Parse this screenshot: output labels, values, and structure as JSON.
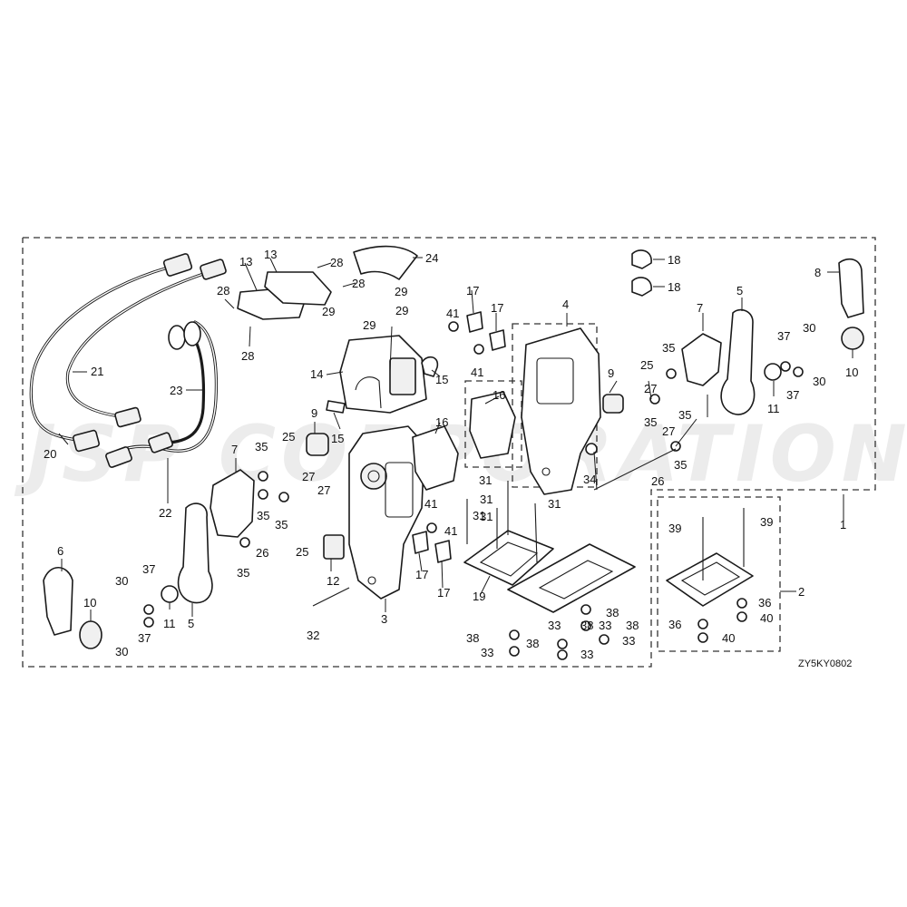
{
  "diagram": {
    "code": "ZY5KY0802",
    "watermark": "JSP CORPORATION",
    "callouts": [
      "1",
      "2",
      "3",
      "4",
      "5",
      "5",
      "6",
      "7",
      "7",
      "8",
      "9",
      "9",
      "10",
      "10",
      "11",
      "11",
      "12",
      "13",
      "13",
      "14",
      "15",
      "15",
      "16",
      "16",
      "17",
      "17",
      "17",
      "17",
      "18",
      "18",
      "19",
      "20",
      "21",
      "22",
      "23",
      "24",
      "25",
      "25",
      "25",
      "26",
      "26",
      "27",
      "27",
      "27",
      "27",
      "28",
      "28",
      "28",
      "28",
      "29",
      "29",
      "29",
      "29",
      "30",
      "30",
      "30",
      "30",
      "31",
      "31",
      "31",
      "31",
      "31",
      "32",
      "33",
      "33",
      "33",
      "33",
      "33",
      "34",
      "35",
      "35",
      "35",
      "35",
      "35",
      "35",
      "35",
      "35",
      "36",
      "36",
      "37",
      "37",
      "37",
      "37",
      "38",
      "38",
      "38",
      "38",
      "38",
      "39",
      "39",
      "40",
      "40",
      "41",
      "41",
      "41",
      "41"
    ]
  }
}
